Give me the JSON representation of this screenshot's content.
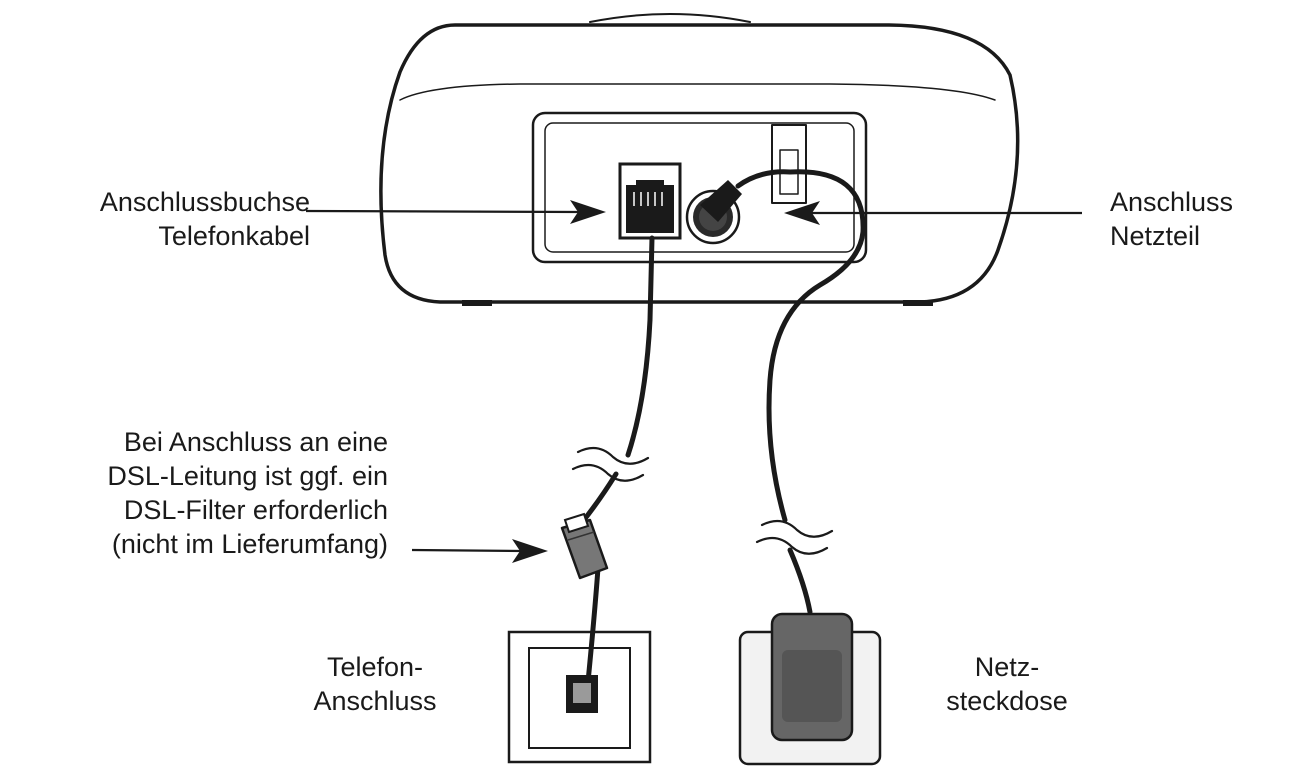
{
  "labels": {
    "telephone_jack": [
      "Anschlussbuchse",
      "Telefonkabel"
    ],
    "power_connection": [
      "Anschluss",
      "Netzteil"
    ],
    "dsl_note": [
      "Bei Anschluss an eine",
      "DSL-Leitung ist ggf. ein",
      "DSL-Filter erforderlich",
      "(nicht im Lieferumfang)"
    ],
    "telephone_outlet": [
      "Telefon-",
      "Anschluss"
    ],
    "power_outlet": [
      "Netz-",
      "steckdose"
    ]
  },
  "colors": {
    "line": "#1a1a1a",
    "adapter": "#666666",
    "adapter_dark": "#555555",
    "plate_fill": "#f2f2f2"
  }
}
